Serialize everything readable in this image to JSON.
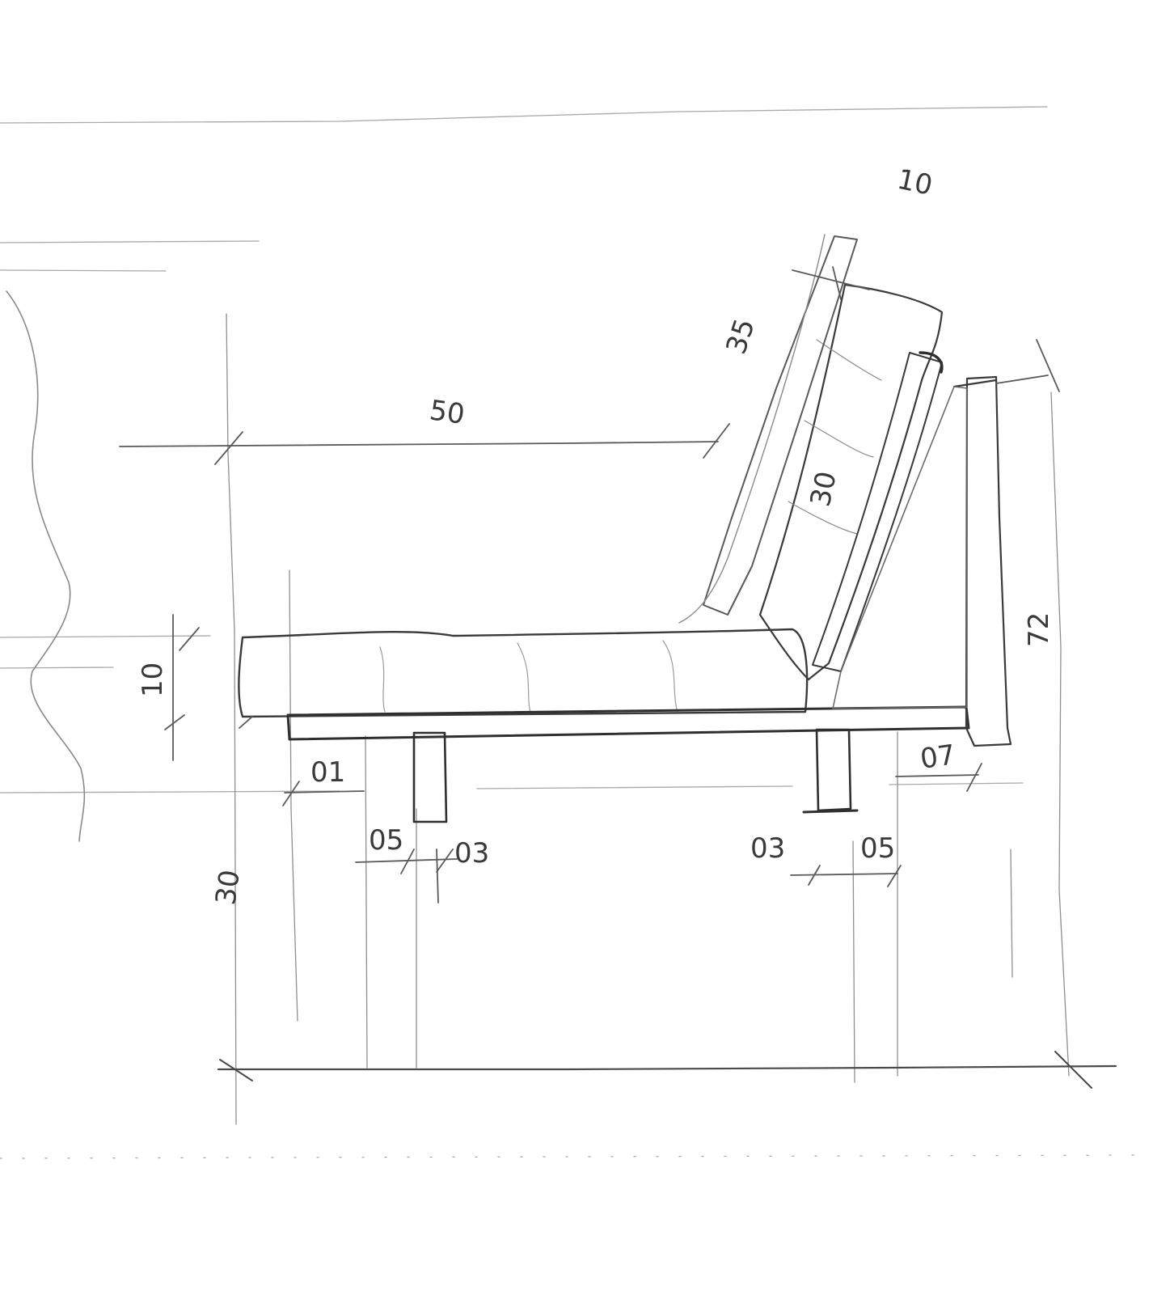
{
  "colors": {
    "paper": "#ffffff",
    "pencil_dark": "#3a3a3a",
    "pencil_mid": "#6e6e6e",
    "pencil_light": "#a8a8a8",
    "hatch": "#555555"
  },
  "dimensions": {
    "backrest_top": "10",
    "backrest_cushion_thickness": "35",
    "seat_depth": "50",
    "backrest_cushion_length": "30",
    "seat_cushion_height": "10",
    "back_height": "72",
    "board_front": "01",
    "board_back": "07",
    "front_support_width": "05",
    "front_support_offset": "03",
    "rear_support_offset": "03",
    "rear_support_width": "05",
    "seat_height": "30"
  }
}
